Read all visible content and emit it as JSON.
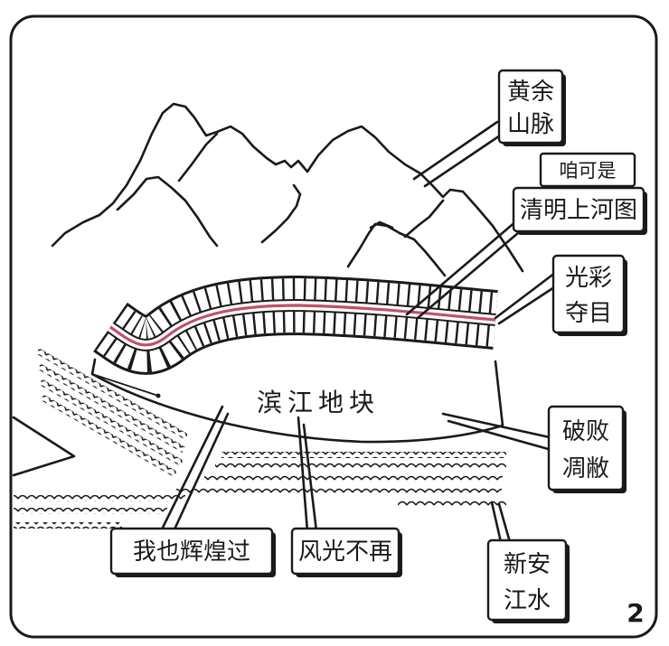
{
  "labels": {
    "mountains": [
      "黄余",
      "山脉"
    ],
    "boast": "咱可是",
    "painting": "清明上河图",
    "dazzling": [
      "光彩",
      "夺目"
    ],
    "plot": "滨江地块",
    "dilapidated": [
      "破败",
      "凋敝"
    ],
    "glorious": "我也辉煌过",
    "faded": "风光不再",
    "river": [
      "新安",
      "江水"
    ],
    "page_number": "2"
  },
  "colors": {
    "ink": "#1a1a1a",
    "street": "#c0506a",
    "paper": "#ffffff"
  }
}
